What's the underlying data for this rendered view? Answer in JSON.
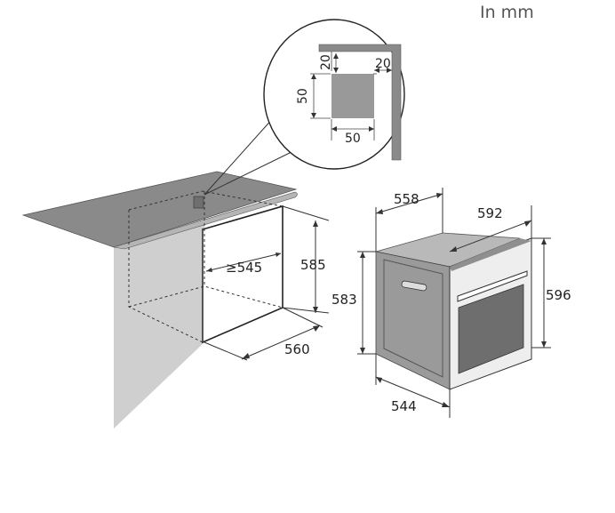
{
  "unit_label": "In mm",
  "detail": {
    "gap_top": "20",
    "gap_right": "20",
    "vent_height": "50",
    "vent_width": "50"
  },
  "cabinet": {
    "depth_min": "≥545",
    "height": "585",
    "width": "560"
  },
  "oven": {
    "depth_total": "558",
    "width": "592",
    "height": "596",
    "body_height": "583",
    "body_depth": "544"
  },
  "colors": {
    "countertop": "#8a8a8a",
    "side_panel": "#cfcfcf",
    "oven_top": "#b9b9b9",
    "oven_side": "#9a9a9a",
    "oven_window": "#6e6e6e",
    "vent_square": "#999999"
  }
}
